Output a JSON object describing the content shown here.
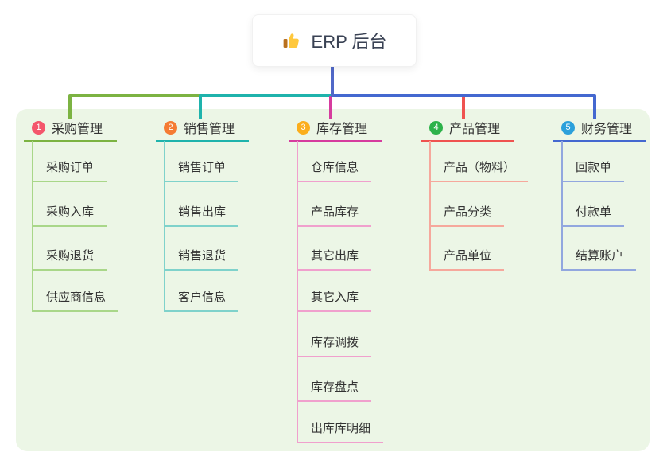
{
  "root": {
    "title": "ERP 后台",
    "icon": "thumbs-up-icon"
  },
  "branches": [
    {
      "index": "1",
      "title": "采购管理",
      "children": [
        "采购订单",
        "采购入库",
        "采购退货",
        "供应商信息"
      ],
      "badge_color": "#F4566C",
      "line_color": "#7CB342",
      "child_line_color": "#A9D789"
    },
    {
      "index": "2",
      "title": "销售管理",
      "children": [
        "销售订单",
        "销售出库",
        "销售退货",
        "客户信息"
      ],
      "badge_color": "#F57B33",
      "line_color": "#1FB3AC",
      "child_line_color": "#7FD2CB"
    },
    {
      "index": "3",
      "title": "库存管理",
      "children": [
        "仓库信息",
        "产品库存",
        "其它出库",
        "其它入库",
        "库存调拨",
        "库存盘点",
        "出库库明细"
      ],
      "badge_color": "#FBAE1C",
      "line_color": "#D63C9E",
      "child_line_color": "#F0A0CD"
    },
    {
      "index": "4",
      "title": "产品管理",
      "children": [
        "产品（物料）",
        "产品分类",
        "产品单位"
      ],
      "badge_color": "#2DB24A",
      "line_color": "#EF5350",
      "child_line_color": "#F6A89C"
    },
    {
      "index": "5",
      "title": "财务管理",
      "children": [
        "回款单",
        "付款单",
        "结算账户"
      ],
      "badge_color": "#2BA0DB",
      "line_color": "#4468D0",
      "child_line_color": "#92A7DF"
    }
  ],
  "colors": {
    "canvas_bg": "#FFFFFF",
    "panel_bg": "#ECF6E6",
    "root_connector": "#5068C8",
    "text": "#333333",
    "root_text": "#3A4254"
  }
}
